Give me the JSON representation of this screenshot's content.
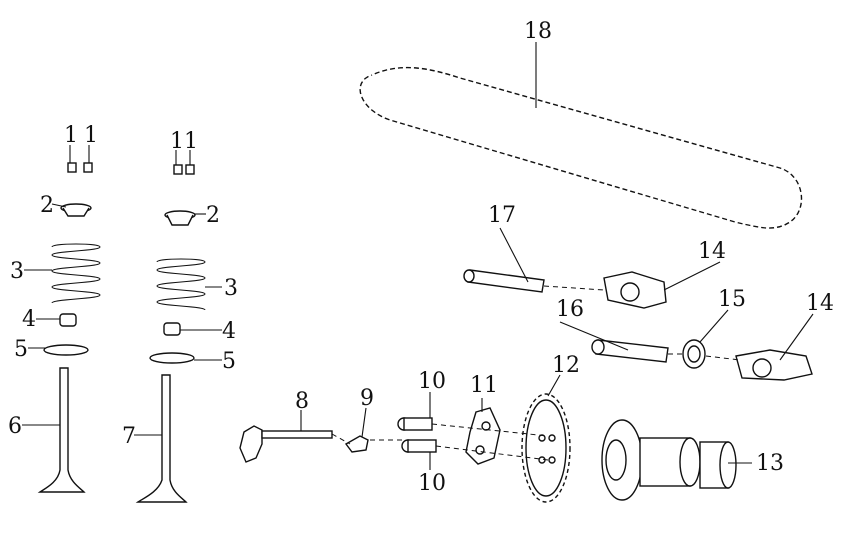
{
  "callouts": {
    "c1a": "1",
    "c1b": "1",
    "c1c": "1",
    "c1d": "1",
    "c2a": "2",
    "c2b": "2",
    "c3a": "3",
    "c3b": "3",
    "c4a": "4",
    "c4b": "4",
    "c5a": "5",
    "c5b": "5",
    "c6": "6",
    "c7": "7",
    "c8": "8",
    "c9": "9",
    "c10a": "10",
    "c10b": "10",
    "c11": "11",
    "c12": "12",
    "c13": "13",
    "c14a": "14",
    "c14b": "14",
    "c15": "15",
    "c16": "16",
    "c17": "17",
    "c18": "18"
  }
}
